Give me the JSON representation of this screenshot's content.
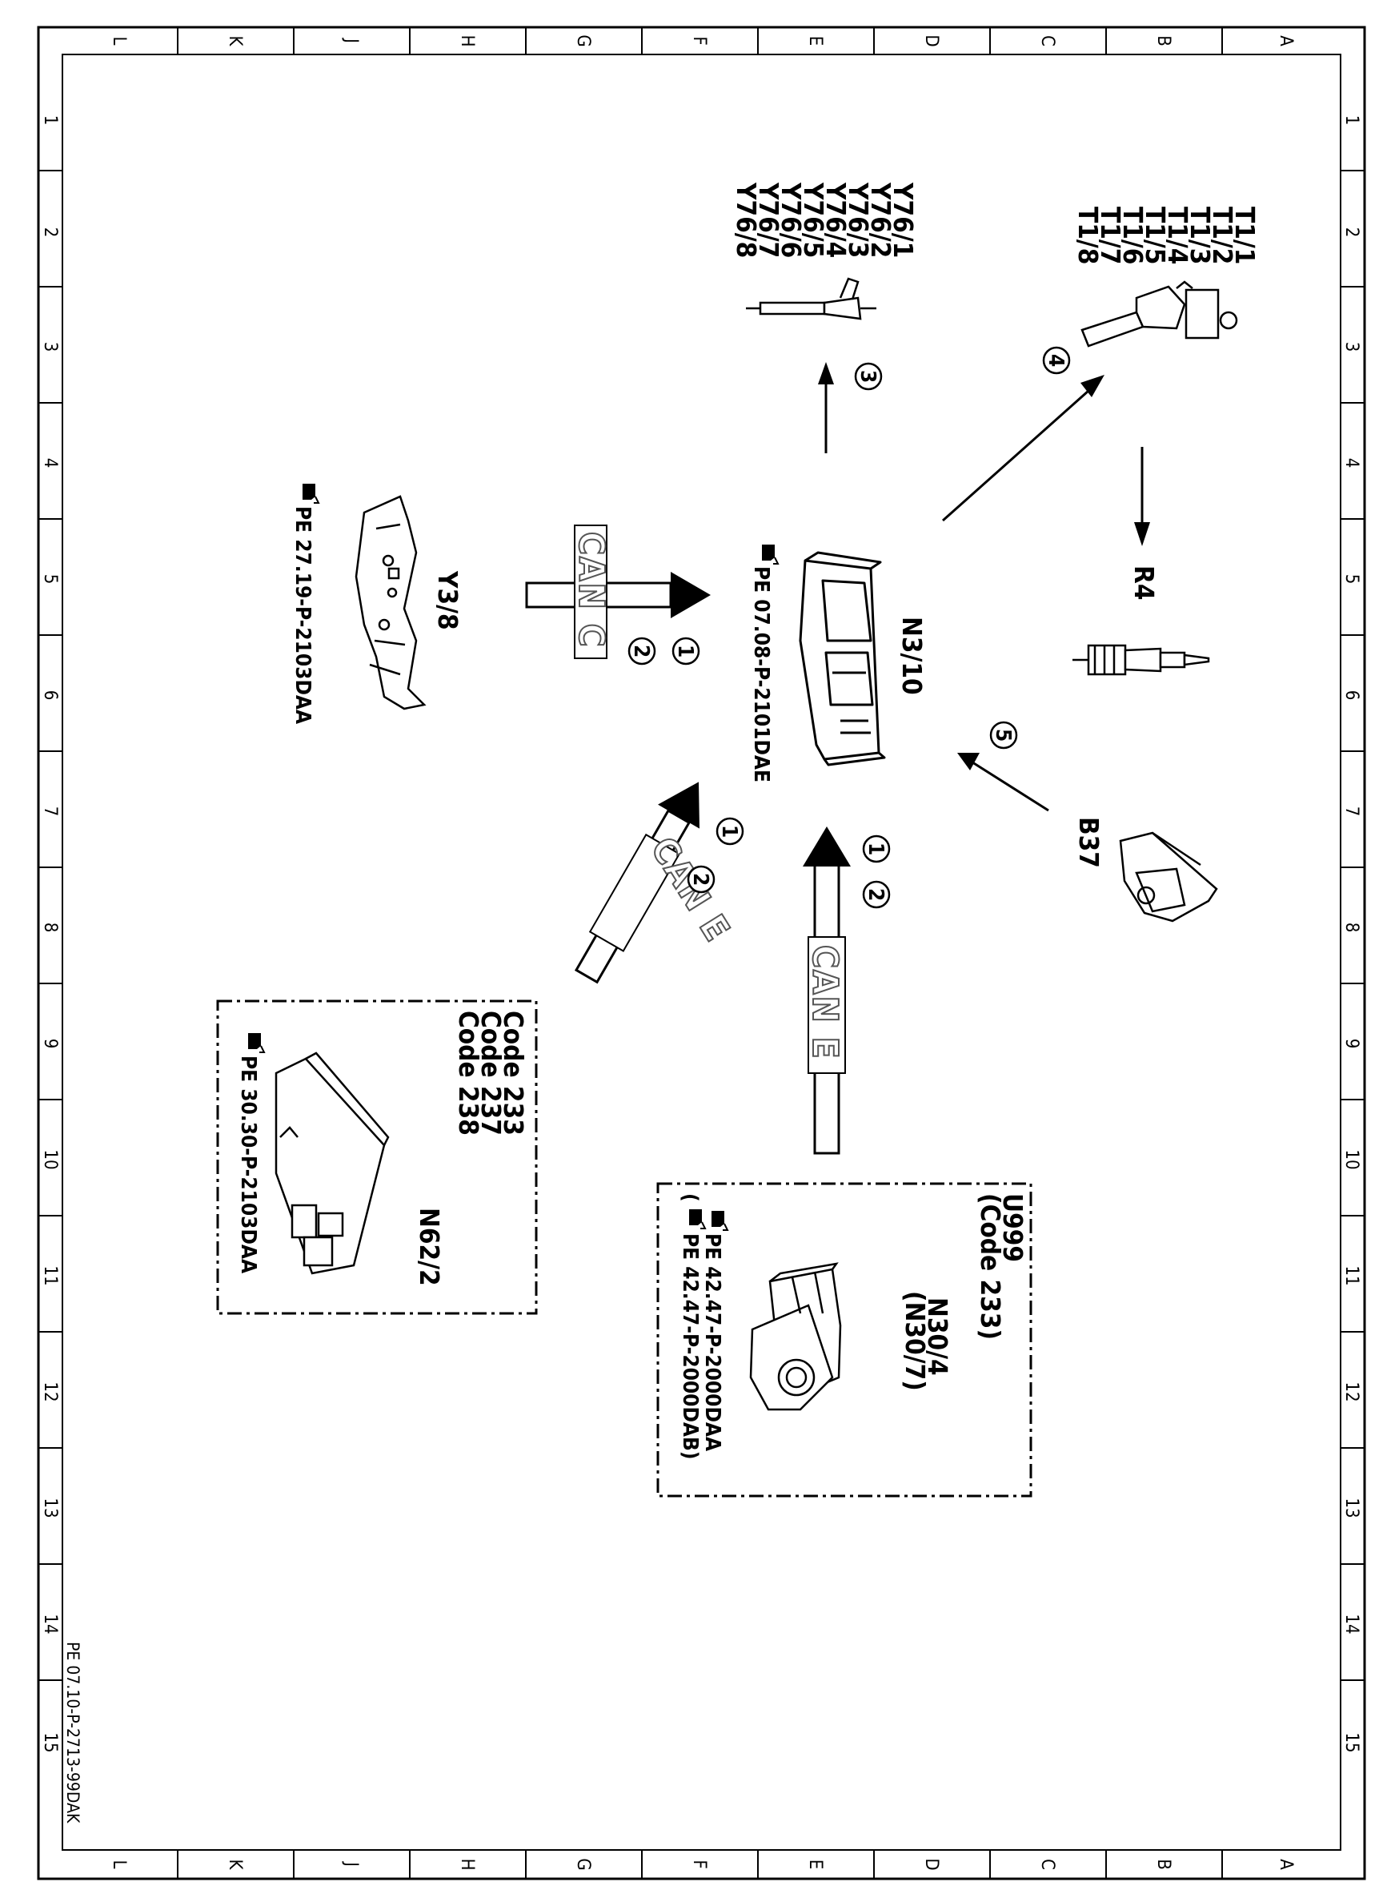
{
  "sheet": {
    "document_code": "PE 07.10-P-2713-99DAK",
    "columns": [
      "L",
      "K",
      "J",
      "H",
      "G",
      "F",
      "E",
      "D",
      "C",
      "B",
      "A"
    ],
    "rows": [
      "1",
      "2",
      "3",
      "4",
      "5",
      "6",
      "7",
      "8",
      "9",
      "10",
      "11",
      "12",
      "13",
      "14",
      "15"
    ]
  },
  "components": {
    "n3_10": {
      "label": "N3/10",
      "ref": "PE 07.08-P-2101DAE",
      "ref_icon": "hand-pointer-icon"
    },
    "y3_8": {
      "label": "Y3/8",
      "ref": "PE 27.19-P-2103DAA",
      "ref_icon": "hand-pointer-icon"
    },
    "y76": {
      "labels": [
        "Y76/1",
        "Y76/2",
        "Y76/3",
        "Y76/4",
        "Y76/5",
        "Y76/6",
        "Y76/7",
        "Y76/8"
      ]
    },
    "t1": {
      "labels": [
        "T1/1",
        "T1/2",
        "T1/3",
        "T1/4",
        "T1/5",
        "T1/6",
        "T1/7",
        "T1/8"
      ]
    },
    "r4": {
      "label": "R4"
    },
    "b37": {
      "label": "B37"
    },
    "n62_2": {
      "label": "N62/2",
      "codes": [
        "Code 233",
        "Code 237",
        "Code 238"
      ],
      "ref": "PE 30.30-P-2103DAA",
      "ref_icon": "hand-pointer-icon"
    },
    "u999": {
      "lines": [
        "U999",
        "(Code 233)"
      ],
      "labels": [
        "N30/4",
        "(N30/7)"
      ],
      "ref1": "PE 42.47-P-2000DAA",
      "ref2_open": "(",
      "ref2": "PE 42.47-P-2000DAB)",
      "ref_icon": "hand-pointer-icon"
    }
  },
  "buses": {
    "can_c": "CAN C",
    "can_e_left": "CAN E",
    "can_e_bottom": "CAN E"
  },
  "callouts": {
    "n1": "1",
    "n2": "2",
    "n3": "3",
    "n4": "4",
    "n5": "5"
  }
}
